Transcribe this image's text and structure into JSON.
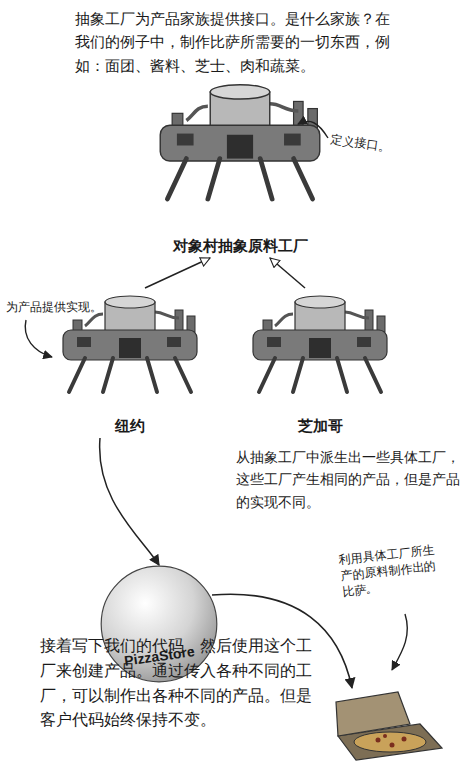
{
  "diagram": {
    "nodes": [
      {
        "text": [
          "对象村抽象原料工厂"
        ]
      },
      {
        "text": [
          "纽约"
        ]
      },
      {
        "text": [
          "芝加哥"
        ]
      },
      {
        "text": [
          "PizzaStore"
        ]
      }
    ],
    "edges": [
      {
        "from": 1,
        "to": 0,
        "arrow": "to"
      },
      {
        "from": 2,
        "to": 0,
        "arrow": "to"
      },
      {
        "from": 1,
        "to": 3,
        "arrow": "to"
      }
    ],
    "labels": [
      "抽象工厂为产品家族提供接口。是什么家族？在我们的例子中，制作比萨所需要的一切东西，例如：面团、酱料、芝士、肉和蔬菜。",
      "定义接口。",
      "为产品提供实现。",
      "从抽象工厂中派生出一些具体工厂，这些工厂产生相同的产品，但是产品的实现不同。",
      "利用具体工厂所生产的原料制作出的比萨。",
      "接着写下我们的代码，然后使用这个工厂来创建产品。通过传入各种不同的工厂，可以制作出各种不同的产品。但是客户代码始终保持不变。"
    ]
  }
}
